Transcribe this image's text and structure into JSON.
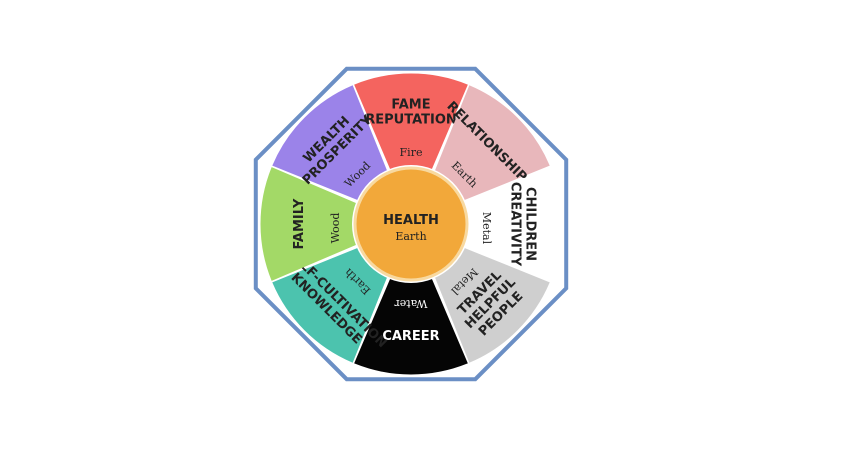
{
  "colors": {
    "frame": "#6b8fc5",
    "center": "#f2a83a",
    "center_edge": "#f8d9a0"
  },
  "center": {
    "title": "HEALTH",
    "element": "Earth"
  },
  "sectors": [
    {
      "id": "fame",
      "lines": [
        "FAME",
        "REPUTATION"
      ],
      "element": "Fire",
      "color": "#f4645f",
      "text_color": "#222222",
      "elem_color": "#222222"
    },
    {
      "id": "relationships",
      "lines": [
        "RELATIONSHIPS"
      ],
      "element": "Earth",
      "color": "#e8b7bb",
      "text_color": "#222222",
      "elem_color": "#222222"
    },
    {
      "id": "children",
      "lines": [
        "CHILDREN",
        "CREATIVITY"
      ],
      "element": "Metal",
      "color": "#ffffff",
      "text_color": "#222222",
      "elem_color": "#222222"
    },
    {
      "id": "travel",
      "lines": [
        "TRAVEL",
        "HELPFUL",
        "PEOPLE"
      ],
      "element": "Metal",
      "color": "#cfcfcf",
      "text_color": "#222222",
      "elem_color": "#222222"
    },
    {
      "id": "career",
      "lines": [
        "CAREER"
      ],
      "element": "Water",
      "color": "#050505",
      "text_color": "#ffffff",
      "elem_color": "#ffffff"
    },
    {
      "id": "knowledge",
      "lines": [
        "SELF-CULTIVATION",
        "KNOWLEDGE"
      ],
      "element": "Earth",
      "color": "#4cc3ae",
      "text_color": "#222222",
      "elem_color": "#222222"
    },
    {
      "id": "family",
      "lines": [
        "FAMILY"
      ],
      "element": "Wood",
      "color": "#a3d967",
      "text_color": "#222222",
      "elem_color": "#222222"
    },
    {
      "id": "wealth",
      "lines": [
        "WEALTH",
        "PROSPERITY"
      ],
      "element": "Wood",
      "color": "#9b83e9",
      "text_color": "#222222",
      "elem_color": "#222222"
    }
  ]
}
